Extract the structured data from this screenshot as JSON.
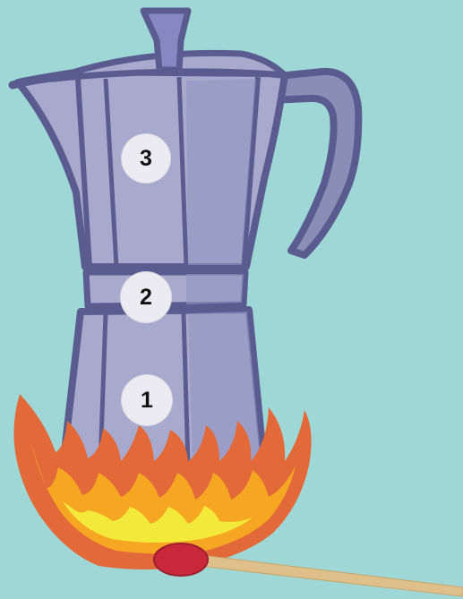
{
  "colors": {
    "background": "#9fd7d6",
    "pot_body": "#a7aacd",
    "pot_dark": "#8a8db5",
    "outline": "#5a5c8f",
    "lid_knob": "#8787c4",
    "flame_outer": "#e2693a",
    "flame_mid": "#f5a623",
    "flame_inner": "#f3e93a",
    "match_head": "#c8283a",
    "match_stick": "#dfc08a",
    "marker_fill": "#ecebf1",
    "marker_text": "#111111"
  },
  "icons": {
    "pot": "moka-pot-icon",
    "flame": "flame-icon",
    "match": "match-icon"
  },
  "markers": {
    "top_chamber": "3",
    "filter": "2",
    "bottom_chamber": "1"
  }
}
